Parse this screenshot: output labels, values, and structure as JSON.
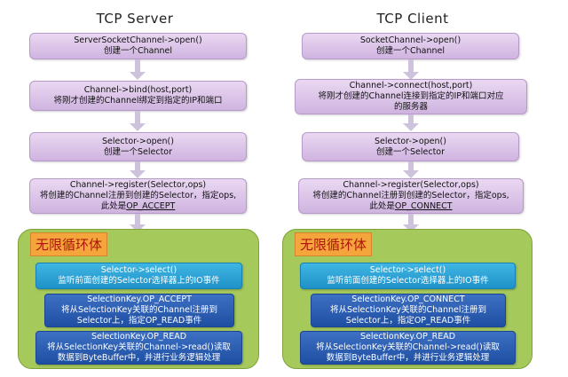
{
  "server": {
    "title": "TCP Server",
    "steps": [
      {
        "line1": "ServerSocketChannel->open()",
        "line2": "创建一个Channel"
      },
      {
        "line1": "Channel->bind(host,port)",
        "line2": "将刚才创建的Channel绑定到指定的IP和端口"
      },
      {
        "line1": "Selector->open()",
        "line2": "创建一个Selector"
      },
      {
        "line1": "Channel->register(Selector,ops)",
        "line2": "将创建的Channel注册到创建的Selector，指定ops,",
        "line3a": "此处是",
        "line3b": "OP_ACCEPT"
      }
    ],
    "loop": {
      "label": "无限循环体",
      "items": [
        {
          "line1": "Selector->select()",
          "line2": "监听前面创建的Selector选择器上的IO事件"
        },
        {
          "line1": "SelectionKey.OP_ACCEPT",
          "line2": "将从SelectionKey关联的Channel注册到",
          "line3": "Selector上，指定OP_READ事件"
        },
        {
          "line1": "SelectionKey.OP_READ",
          "line2": "将从SelectionKey关联的Channel->read()读取",
          "line3": "数据到ByteBuffer中，并进行业务逻辑处理"
        }
      ]
    }
  },
  "client": {
    "title": "TCP Client",
    "steps": [
      {
        "line1": "SocketChannel->open()",
        "line2": "创建一个Channel"
      },
      {
        "line1": "Channel->connect(host,port)",
        "line2": "将刚才创建的Channel连接到指定的IP和端口对应",
        "line3": "的服务器"
      },
      {
        "line1": "Selector->open()",
        "line2": "创建一个Selector"
      },
      {
        "line1": "Channel->register(Selector,ops)",
        "line2": "将创建的Channel注册到创建的Selector，指定ops,",
        "line3a": "此处是",
        "line3b": "OP_CONNECT"
      }
    ],
    "loop": {
      "label": "无限循环体",
      "items": [
        {
          "line1": "Selector->select()",
          "line2": "监听前面创建的Selector选择器上的IO事件"
        },
        {
          "line1": "SelectionKey.OP_CONNECT",
          "line2": "将从SelectionKey关联的Channel注册到",
          "line3": "Selector上，指定OP_READ事件"
        },
        {
          "line1": "SelectionKey.OP_READ",
          "line2": "将从SelectionKey关联的Channel->read()读取",
          "line3": "数据到ByteBuffer中，并进行业务逻辑处理"
        }
      ]
    }
  },
  "colors": {
    "step_fill": "#dcc6ea",
    "loop_fill": "#a6c95c",
    "loop_label_fill": "#f4a53c",
    "loop_label_text": "#b0140c",
    "blue_light": "#2aa5d8",
    "blue_dark": "#2c5fb4"
  }
}
